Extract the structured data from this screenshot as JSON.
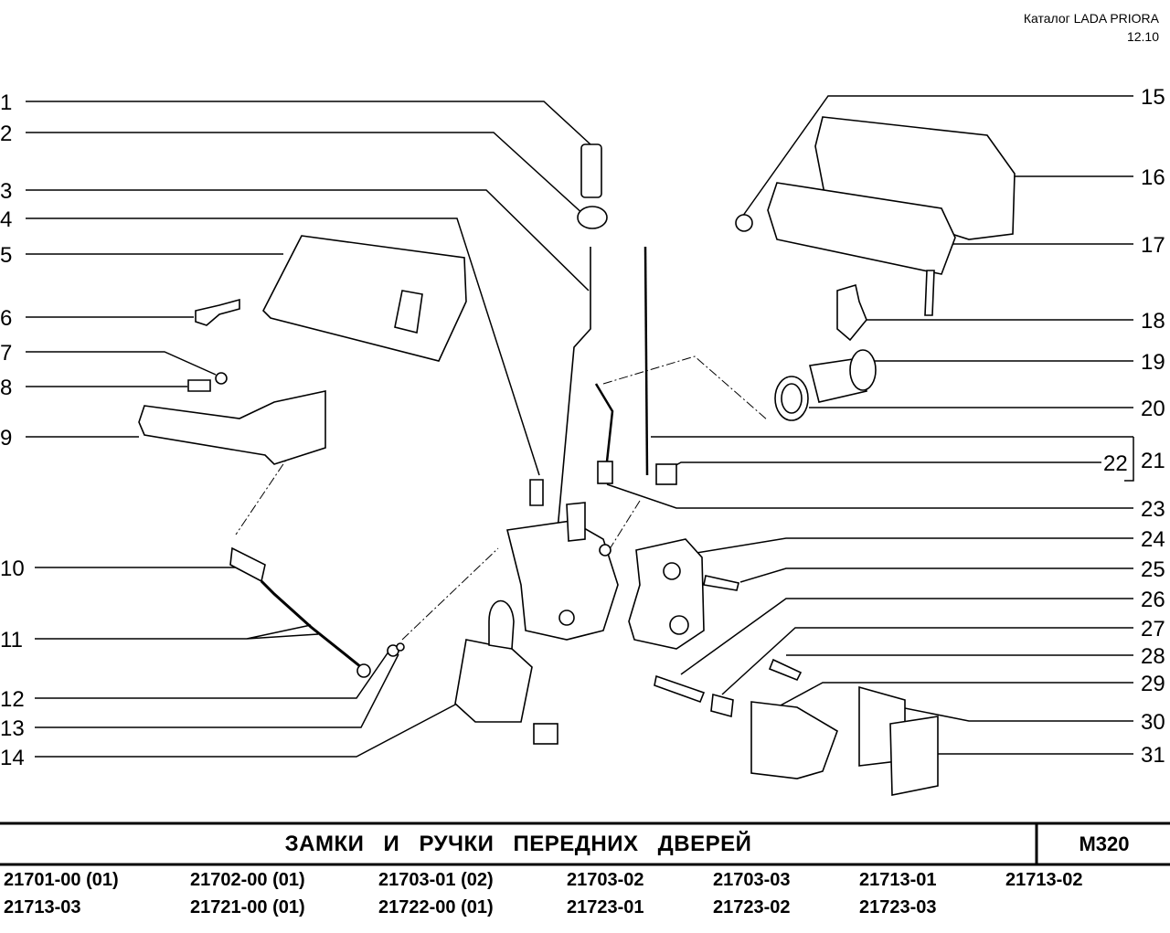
{
  "header": {
    "catalog": "Каталог  LADA  PRIORA",
    "date": "12.10"
  },
  "callouts": {
    "n1": "1",
    "n2": "2",
    "n3": "3",
    "n4": "4",
    "n5": "5",
    "n6": "6",
    "n7": "7",
    "n8": "8",
    "n9": "9",
    "n10": "10",
    "n11": "11",
    "n12": "12",
    "n13": "13",
    "n14": "14",
    "n15": "15",
    "n16": "16",
    "n17": "17",
    "n18": "18",
    "n19": "19",
    "n20": "20",
    "n21": "21",
    "n22": "22",
    "n23": "23",
    "n24": "24",
    "n25": "25",
    "n26": "26",
    "n27": "27",
    "n28": "28",
    "n29": "29",
    "n30": "30",
    "n31": "31"
  },
  "footer": {
    "title": "ЗАМКИ   И   РУЧКИ   ПЕРЕДНИХ   ДВЕРЕЙ",
    "code": "М320"
  },
  "model_codes": [
    "21701-00 (01)",
    "21702-00 (01)",
    "21703-01 (02)",
    "21703-02",
    "21703-03",
    "21713-01",
    "21713-02",
    "21713-03",
    "21721-00 (01)",
    "21722-00 (01)",
    "21723-01",
    "21723-02",
    "21723-03"
  ]
}
